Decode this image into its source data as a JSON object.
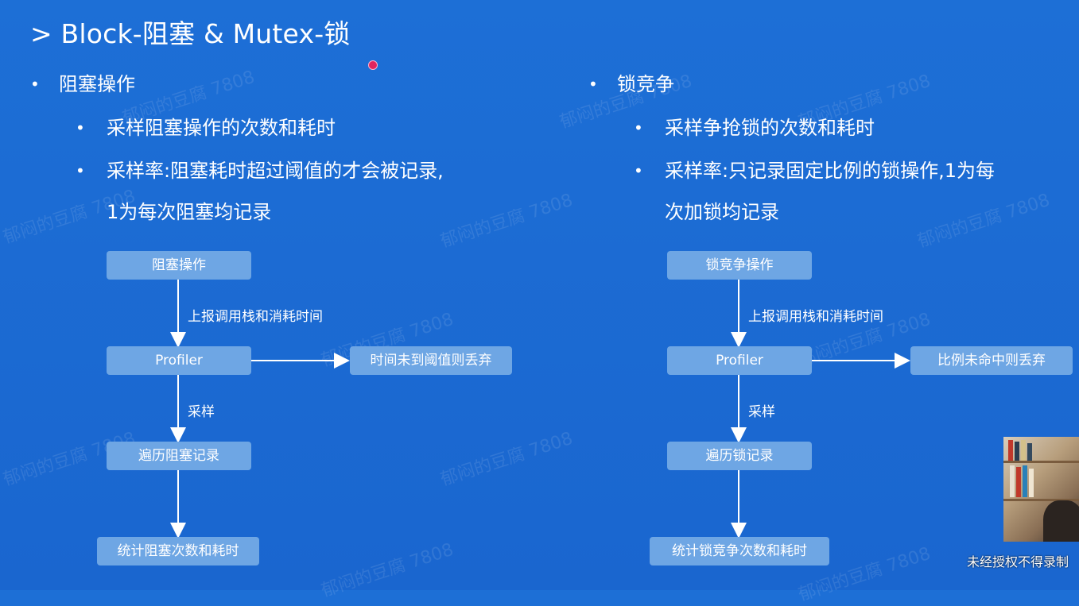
{
  "slide": {
    "title": "> Block-阻塞 & Mutex-锁",
    "watermark_text": "郁闷的豆腐 7808",
    "notice": "未经授权不得录制"
  },
  "left": {
    "heading": "阻塞操作",
    "bullets": [
      {
        "lines": [
          "采样阻塞操作的次数和耗时"
        ]
      },
      {
        "lines": [
          "采样率:阻塞耗时超过阈值的才会被记录,",
          "1为每次阻塞均记录"
        ]
      }
    ],
    "flow": {
      "start": "阻塞操作",
      "edge_report": "上报调用栈和消耗时间",
      "profiler": "Profiler",
      "discard": "时间未到阈值则丢弃",
      "edge_sample": "采样",
      "traverse": "遍历阻塞记录",
      "result": "统计阻塞次数和耗时"
    }
  },
  "right": {
    "heading": "锁竞争",
    "bullets": [
      {
        "lines": [
          "采样争抢锁的次数和耗时"
        ]
      },
      {
        "lines": [
          "采样率:只记录固定比例的锁操作,1为每",
          "次加锁均记录"
        ]
      }
    ],
    "flow": {
      "start": "锁竞争操作",
      "edge_report": "上报调用栈和消耗时间",
      "profiler": "Profiler",
      "discard": "比例未命中则丢弃",
      "edge_sample": "采样",
      "traverse": "遍历锁记录",
      "result": "统计锁竞争次数和耗时"
    }
  },
  "colors": {
    "background": "#1d6fd6",
    "box": "#6ea6e4",
    "text": "#ffffff"
  }
}
